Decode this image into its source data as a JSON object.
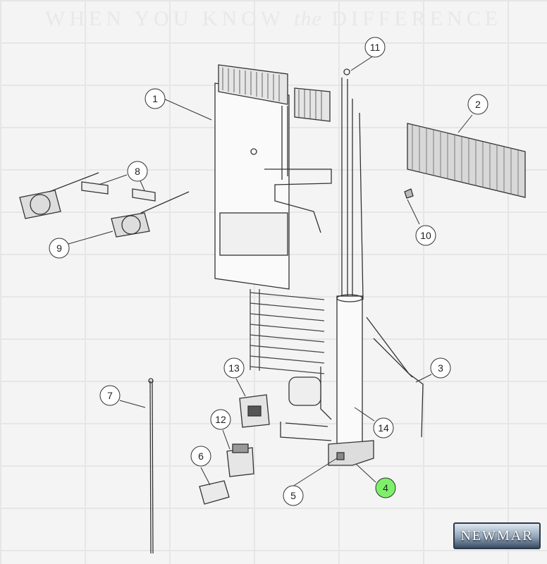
{
  "header": {
    "tagline_pre": "WHEN YOU KNOW",
    "tagline_em": "the",
    "tagline_post": "DIFFERENCE"
  },
  "callouts": [
    {
      "num": "1",
      "highlighted": false
    },
    {
      "num": "2",
      "highlighted": false
    },
    {
      "num": "3",
      "highlighted": false
    },
    {
      "num": "4",
      "highlighted": true
    },
    {
      "num": "5",
      "highlighted": false
    },
    {
      "num": "6",
      "highlighted": false
    },
    {
      "num": "7",
      "highlighted": false
    },
    {
      "num": "8",
      "highlighted": false
    },
    {
      "num": "9",
      "highlighted": false
    },
    {
      "num": "10",
      "highlighted": false
    },
    {
      "num": "11",
      "highlighted": false
    },
    {
      "num": "12",
      "highlighted": false
    },
    {
      "num": "13",
      "highlighted": false
    },
    {
      "num": "14",
      "highlighted": false
    }
  ],
  "colors": {
    "highlight": "#7df06a",
    "line": "#333333",
    "brick_mortar": "#e6e6e6"
  },
  "logo": {
    "text": "NEWMAR"
  }
}
